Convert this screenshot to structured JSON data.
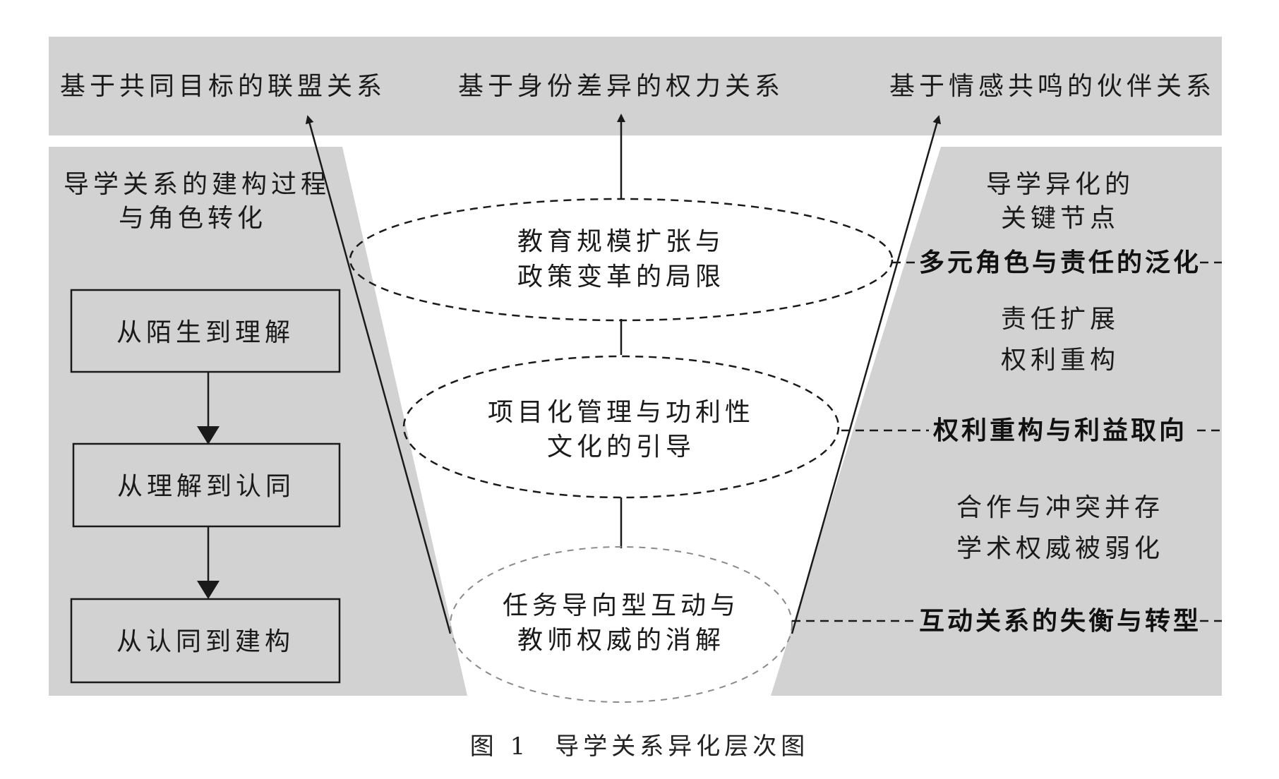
{
  "top_band": {
    "left": "基于共同目标的联盟关系",
    "center": "基于身份差异的权力关系",
    "right": "基于情感共鸣的伙伴关系"
  },
  "left_panel": {
    "title_line1": "导学关系的建构过程",
    "title_line2": "与角色转化",
    "steps": [
      "从陌生到理解",
      "从理解到认同",
      "从认同到建构"
    ]
  },
  "center_funnel": {
    "ellipses": [
      {
        "line1": "教育规模扩张与",
        "line2": "政策变革的局限"
      },
      {
        "line1": "项目化管理与功利性",
        "line2": "文化的引导"
      },
      {
        "line1": "任务导向型互动与",
        "line2": "教师权威的消解"
      }
    ]
  },
  "right_panel": {
    "title_line1": "导学异化的",
    "title_line2": "关键节点",
    "nodes": [
      "多元角色与责任的泛化",
      "权利重构与利益取向",
      "互动关系的失衡与转型"
    ],
    "details": [
      {
        "line1": "责任扩展",
        "line2": "权利重构"
      },
      {
        "line1": "合作与冲突并存",
        "line2": "学术权威被弱化"
      }
    ]
  },
  "caption": {
    "figure_number": "图 1",
    "title": "导学关系异化层次图"
  },
  "colors": {
    "panel_gray": "#d2d2d2",
    "line": "#1a1a1a",
    "faded_ellipse": "#8a8a8a"
  }
}
